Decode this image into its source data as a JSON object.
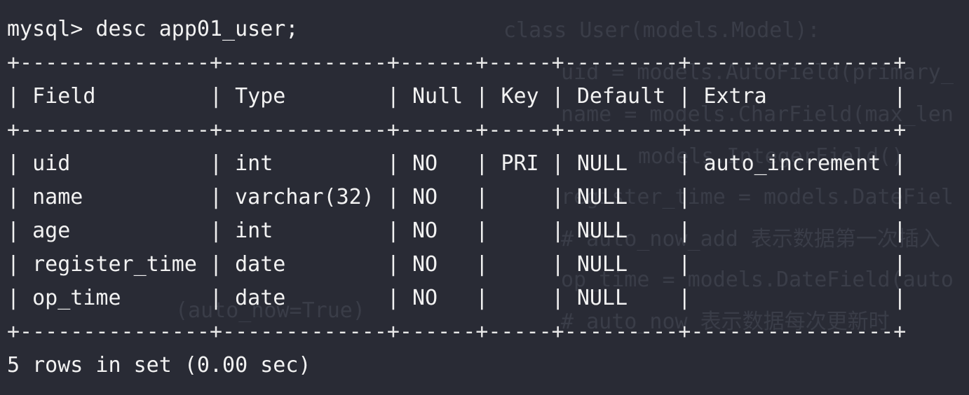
{
  "terminal": {
    "prompt": "mysql> desc app01_user;",
    "footer": "5 rows in set (0.00 sec)"
  },
  "table": {
    "columns": [
      "Field",
      "Type",
      "Null",
      "Key",
      "Default",
      "Extra"
    ],
    "rows": [
      [
        "uid",
        "int",
        "NO",
        "PRI",
        "NULL",
        "auto_increment"
      ],
      [
        "name",
        "varchar(32)",
        "NO",
        "",
        "NULL",
        ""
      ],
      [
        "age",
        "int",
        "NO",
        "",
        "NULL",
        ""
      ],
      [
        "register_time",
        "date",
        "NO",
        "",
        "NULL",
        ""
      ],
      [
        "op_time",
        "date",
        "NO",
        "",
        "NULL",
        ""
      ]
    ]
  },
  "background_code": {
    "lines": [
      "class User(models.Model):",
      "uid = models.AutoField(primary_",
      "name = models.CharField(max_len",
      "models.IntegerField()",
      "register_time = models.DateFiel",
      "# auto_now_add 表示数据第一次插入",
      "op_time = models.DateField(auto",
      "# auto_now 表示数据每次更新时",
      "(auto_now=True)"
    ]
  }
}
